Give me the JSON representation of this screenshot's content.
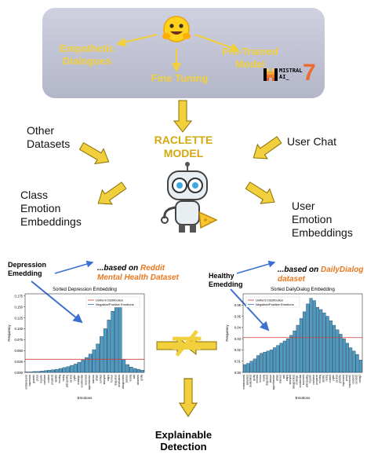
{
  "top_panel": {
    "left_label": "Empathetic\nDialogues",
    "center_label": "Fine Tuning",
    "right_label": "Pre-Trained\nModel",
    "mistral_logo_text": "MISTRAL\nAI_",
    "mistral_number": "7"
  },
  "model": {
    "title": "RACLETTE\nMODEL"
  },
  "inputs": {
    "other_datasets": "Other\nDatasets",
    "user_chat": "User Chat",
    "class_emotion": "Class\nEmotion\nEmbeddings",
    "user_emotion": "User\nEmotion\nEmbeddings"
  },
  "embeddings": {
    "depression_label": "Depression\nEmedding",
    "depression_source_prefix": "...based on ",
    "depression_source": "Reddit\nMental Health Dataset",
    "healthy_label": "Healthy\nEmedding",
    "healthy_source_prefix": "...based on ",
    "healthy_source": "DailyDialog\ndataset"
  },
  "not_equal_symbol": "≠",
  "output": {
    "label": "Explainable\nDetection"
  },
  "colors": {
    "gold": "#f2cf3c",
    "orange": "#e8781e",
    "bar": "#4f9ac0",
    "red_line": "#d23b3b",
    "panel": "#c8cadb"
  },
  "chart_data": [
    {
      "type": "bar",
      "title": "Sorted Depression Embedding",
      "xlabel": "Emotions",
      "ylabel": "Frequency",
      "ylim": [
        0,
        0.18
      ],
      "yticks": [
        "0.000",
        "0.025",
        "0.050",
        "0.075",
        "0.100",
        "0.125",
        "0.150",
        "0.175"
      ],
      "legend": [
        "Uniform Distribution",
        "Negative/Positive Emotions"
      ],
      "uniform_value": 0.03,
      "categories": [
        "embarrassed",
        "impressed",
        "grateful",
        "proud",
        "hopeful",
        "confident",
        "content",
        "prepared",
        "faithful",
        "trusting",
        "caring",
        "anticipating",
        "excited",
        "joyful",
        "nostalgic",
        "sentimental",
        "surprised",
        "apprehensive",
        "anxious",
        "afraid",
        "terrified",
        "annoyed",
        "angry",
        "furious",
        "disgusted",
        "devastated",
        "disappointed",
        "jealous",
        "lonely",
        "sad",
        "ashamed",
        "guilty"
      ],
      "values": [
        0.001,
        0.001,
        0.002,
        0.002,
        0.003,
        0.004,
        0.005,
        0.006,
        0.007,
        0.009,
        0.011,
        0.013,
        0.016,
        0.019,
        0.023,
        0.028,
        0.034,
        0.042,
        0.052,
        0.065,
        0.082,
        0.1,
        0.12,
        0.14,
        0.158,
        0.172,
        0.03,
        0.018,
        0.012,
        0.009,
        0.007,
        0.005
      ]
    },
    {
      "type": "bar",
      "title": "Sorted DailyDialog Embedding",
      "xlabel": "Emotions",
      "ylabel": "Frequency",
      "ylim": [
        0,
        0.07
      ],
      "yticks": [
        "0.00",
        "0.01",
        "0.02",
        "0.03",
        "0.04",
        "0.05",
        "0.06"
      ],
      "legend": [
        "Uniform Distribution",
        "Negative/Positive Emotions"
      ],
      "uniform_value": 0.031,
      "categories": [
        "embarrassed",
        "ashamed",
        "devastated",
        "guilty",
        "terrified",
        "furious",
        "lonely",
        "disgusted",
        "jealous",
        "apprehensive",
        "afraid",
        "anxious",
        "sad",
        "angry",
        "annoyed",
        "disappointed",
        "nostalgic",
        "sentimental",
        "surprised",
        "anticipating",
        "hopeful",
        "confident",
        "prepared",
        "trusting",
        "faithful",
        "caring",
        "content",
        "joyful",
        "excited",
        "grateful",
        "impressed",
        "proud",
        "impressed2",
        "content2",
        "excited2",
        "caring2"
      ],
      "values": [
        0.007,
        0.008,
        0.01,
        0.012,
        0.015,
        0.017,
        0.018,
        0.019,
        0.02,
        0.022,
        0.024,
        0.026,
        0.028,
        0.03,
        0.033,
        0.037,
        0.042,
        0.048,
        0.054,
        0.061,
        0.066,
        0.064,
        0.058,
        0.056,
        0.053,
        0.05,
        0.046,
        0.042,
        0.038,
        0.034,
        0.03,
        0.026,
        0.022,
        0.019,
        0.016,
        0.011
      ]
    }
  ]
}
